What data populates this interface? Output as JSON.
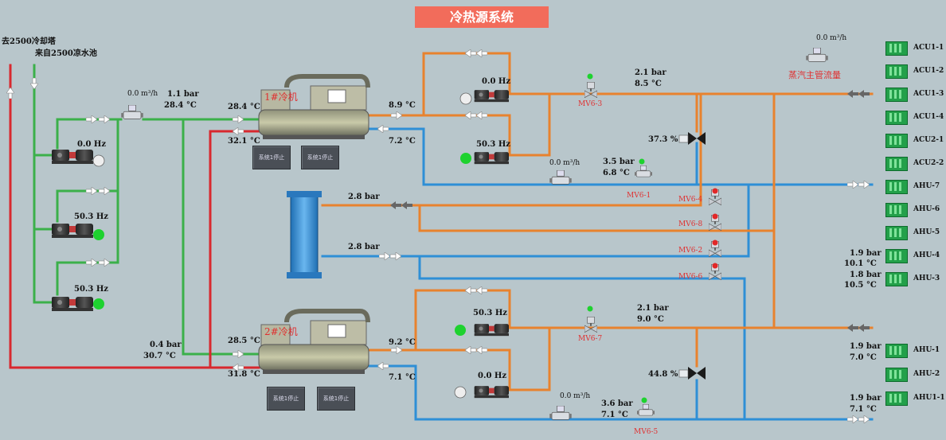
{
  "title": "冷热源系统",
  "labels": {
    "to_tower": "去2500冷却塔",
    "from_pool": "来自2500凉水池",
    "steam_flow": "蒸汽主管流量"
  },
  "left_pumps": [
    "0.0 Hz",
    "50.3 Hz",
    "50.3 Hz"
  ],
  "cooling_meter": {
    "flow": "0.0 m³/h",
    "pressure_top": "1.1  bar",
    "temp_top": "28.4  °C"
  },
  "cooling_bottom": {
    "pressure": "0.4  bar",
    "temp": "30.7  °C"
  },
  "chiller1": {
    "label": "1#冷机",
    "left_in": "28.4 °C",
    "left_out": "32.1 °C",
    "right_out": "8.9 °C",
    "right_in": "7.2 °C",
    "btn1": "系统1停止",
    "btn2": "系统1停止"
  },
  "chiller2": {
    "label": "2#冷机",
    "left_in": "28.5 °C",
    "left_out": "31.8 °C",
    "right_out": "9.2 °C",
    "right_in": "7.1 °C",
    "btn1": "系统1停止",
    "btn2": "系统1停止"
  },
  "upper_pumps": {
    "p1": "0.0 Hz",
    "p2": "50.3 Hz"
  },
  "lower_pumps": {
    "p1": "50.3 Hz",
    "p2": "0.0 Hz"
  },
  "upper_supply": {
    "pressure": "2.1  bar",
    "temp": "8.5  °C"
  },
  "lower_supply": {
    "pressure": "2.1  bar",
    "temp": "9.0  °C"
  },
  "upper_return": {
    "flow": "0.0 m³/h",
    "pressure": "3.5  bar",
    "temp": "6.8  °C"
  },
  "lower_return": {
    "flow": "0.0 m³/h",
    "pressure": "3.6  bar",
    "temp": "7.1  °C"
  },
  "steam_meter": {
    "flow": "0.0 m³/h"
  },
  "bypass_valves": {
    "upper": "37.3 %",
    "lower": "44.8 %"
  },
  "valves": {
    "mv6_3": "MV6-3",
    "mv6_1": "MV6-1",
    "mv6_4": "MV6-4",
    "mv6_8": "MV6-8",
    "mv6_2": "MV6-2",
    "mv6_6": "MV6-6",
    "mv6_7": "MV6-7",
    "mv6_5": "MV6-5"
  },
  "hx": {
    "pressure_top": "2.8  bar",
    "pressure_bot": "2.8  bar"
  },
  "units": [
    "ACU1-1",
    "ACU1-2",
    "ACU1-3",
    "ACU1-4",
    "ACU2-1",
    "ACU2-2",
    "AHU-7",
    "AHU-6",
    "AHU-5",
    "AHU-4",
    "AHU-3",
    "AHU-1",
    "AHU-2",
    "AHU1-1"
  ],
  "right_readings": {
    "ahu4": {
      "pressure": "1.9  bar",
      "temp": "10.1  °C"
    },
    "ahu3": {
      "pressure": "1.8  bar",
      "temp": "10.5  °C"
    },
    "ahu1": {
      "pressure": "1.9  bar",
      "temp": "7.0  °C"
    },
    "ahu11": {
      "pressure": "1.9  bar",
      "temp": "7.1  °C"
    }
  },
  "colors": {
    "cooling": "#3bb04a",
    "hot": "#d8282e",
    "chilled": "#2e8fd6",
    "return": "#e8822e",
    "background": "#b8c6cb"
  }
}
